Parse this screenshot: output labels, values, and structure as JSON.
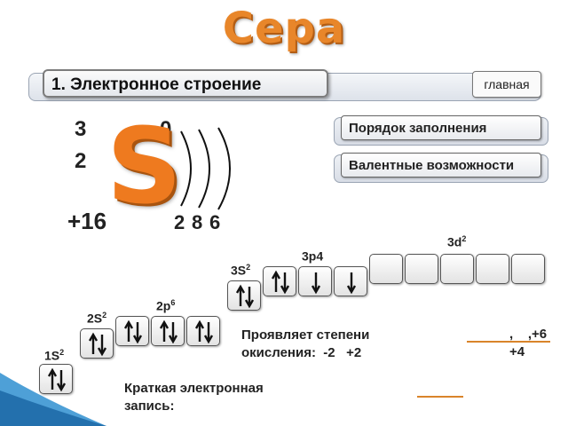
{
  "title": "Сера",
  "section": {
    "title": "1. Электронное строение",
    "main_button": "главная"
  },
  "side_buttons": {
    "order": "Порядок заполнения",
    "valence": "Валентные возможности"
  },
  "element": {
    "period": "3",
    "group": "2",
    "charge": "0",
    "symbol": "S",
    "nucleus": "+16",
    "shells": [
      "2",
      "8",
      "6"
    ]
  },
  "orbitals": {
    "1s": {
      "label": "1S",
      "sup": "2",
      "electrons": [
        "pair"
      ]
    },
    "2s": {
      "label": "2S",
      "sup": "2",
      "electrons": [
        "pair"
      ]
    },
    "2p": {
      "label": "2p",
      "sup": "6",
      "electrons": [
        "pair",
        "pair",
        "pair"
      ]
    },
    "3s": {
      "label": "3S",
      "sup": "2",
      "electrons": [
        "pair"
      ]
    },
    "3p": {
      "label": "3p4",
      "sup": "",
      "electrons": [
        "pair",
        "down",
        "down"
      ]
    },
    "3d": {
      "label": "3d",
      "sup": "2",
      "electrons": [
        "",
        "",
        "",
        "",
        ""
      ]
    }
  },
  "oxidation": {
    "line1": "Проявляет степени",
    "line2": "окисления:  -2   +2",
    "tail1": ",    ,+6",
    "tail2": "+4"
  },
  "short_formula": {
    "line1": "Краткая электронная",
    "line2": "запись:"
  },
  "colors": {
    "accent": "#e8862a",
    "symbol": "#ee7a1f"
  }
}
